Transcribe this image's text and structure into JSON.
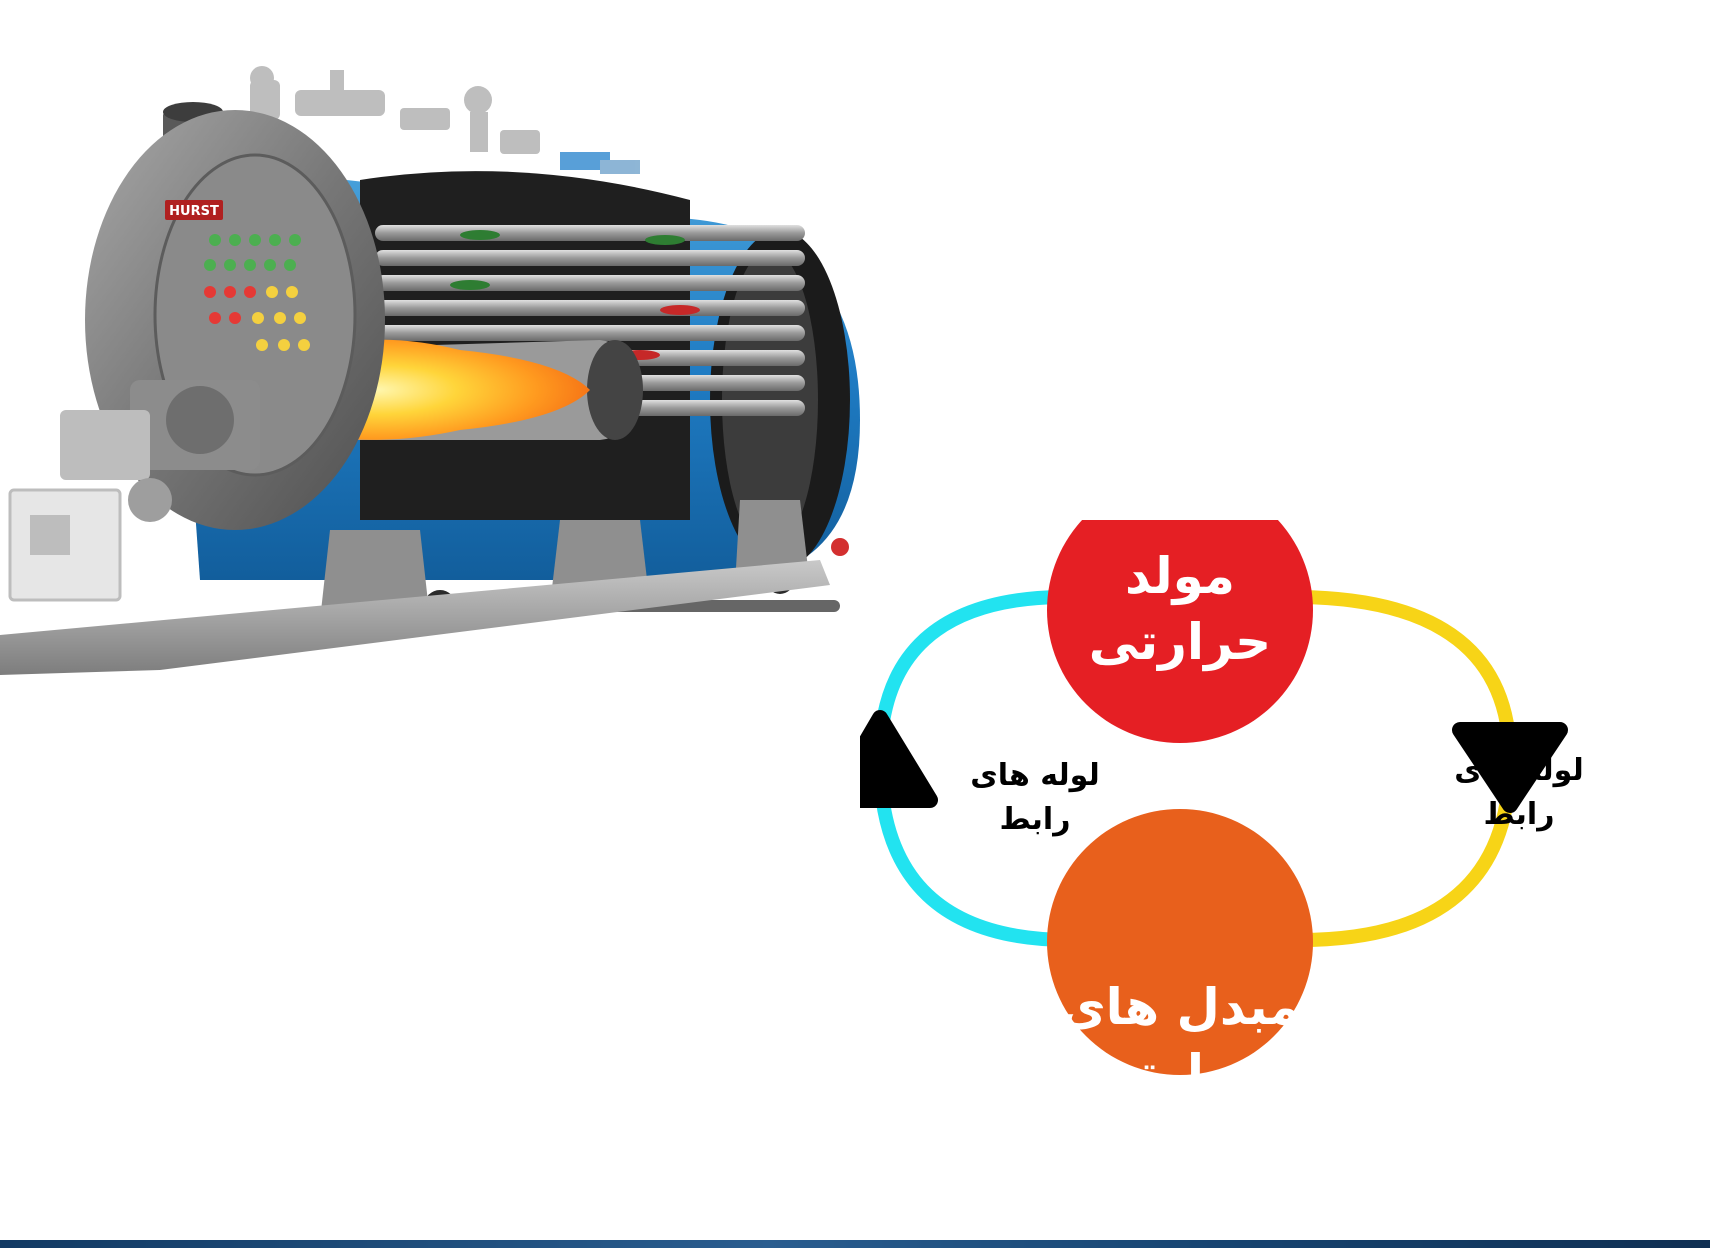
{
  "diagram": {
    "heat_generator": {
      "line1": "مولد",
      "line2": "حرارتی",
      "color": "#e51f24"
    },
    "heat_exchanger": {
      "line1": "مبدل های",
      "line2": "حرارتی",
      "color": "#e8601c"
    },
    "left_pipe": {
      "line1": "لوله های",
      "line2": "رابط",
      "color": "#22e3f0"
    },
    "right_pipe": {
      "line1": "لوله های",
      "line2": "رابط",
      "color": "#f7d417"
    }
  },
  "boiler_image": {
    "brand_plate": "HURST"
  }
}
